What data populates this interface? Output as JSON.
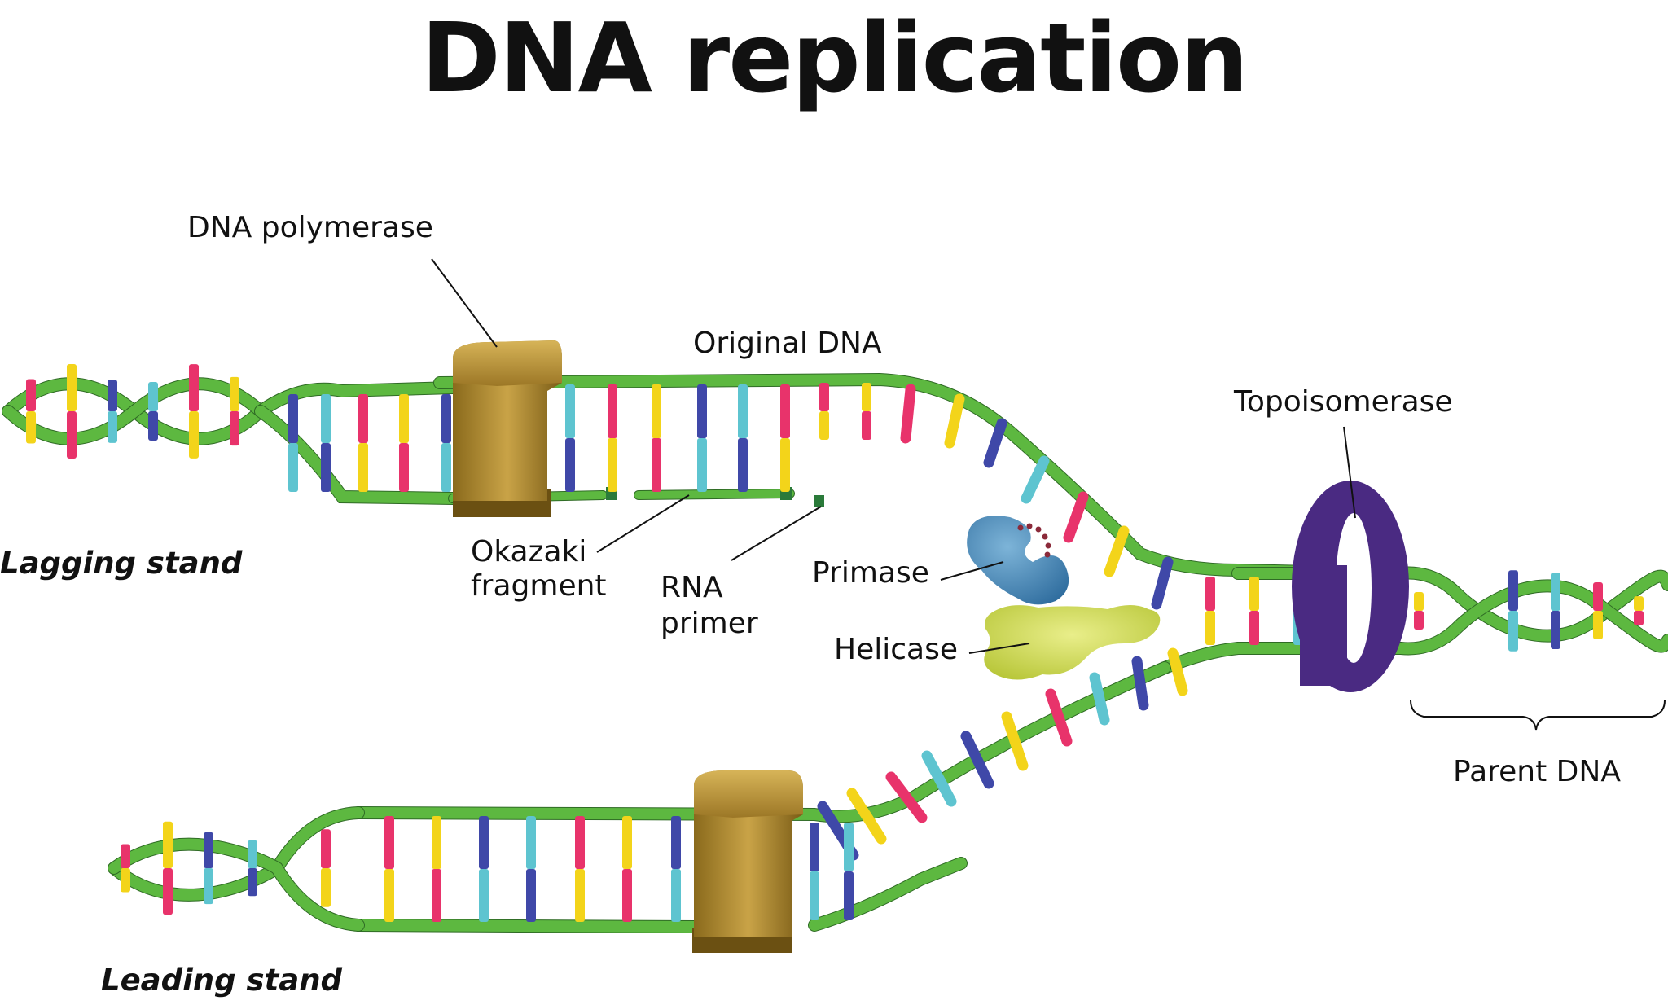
{
  "title": "DNA replication",
  "labels": {
    "dna_polymerase": "DNA polymerase",
    "original_dna": "Original DNA",
    "topoisomerase": "Topoisomerase",
    "okazaki_line1": "Okazaki",
    "okazaki_line2": "fragment",
    "rna_line1": "RNA",
    "rna_line2": "primer",
    "primase": "Primase",
    "helicase": "Helicase",
    "parent_dna": "Parent DNA",
    "lagging": "Lagging stand",
    "leading": "Leading stand"
  },
  "colors": {
    "backbone": "#5db840",
    "backbone_dark": "#2f6b25",
    "adenine": "#e8336b",
    "thymine": "#f3d41a",
    "guanine": "#3f48a8",
    "cytosine": "#5ec4d0",
    "polymerase": "#b08a2e",
    "topoisomerase": "#4a2a82",
    "primase": "#3a7fb4",
    "helicase": "#c9d63a"
  }
}
